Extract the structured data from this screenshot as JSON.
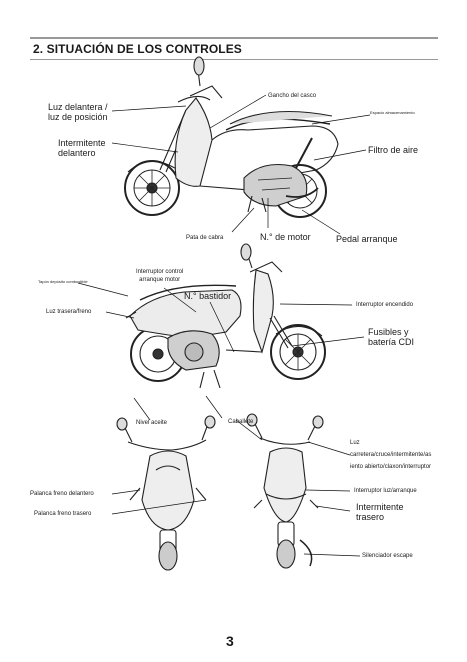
{
  "section_title": "2. SITUACIÓN DE LOS CONTROLES",
  "page_number": "3",
  "labels": {
    "luz_delantera": "Luz delantera /\nluz de posición",
    "intermitente_delantero": "Intermitente\ndelantero",
    "gancho_casco": "Gancho del casco",
    "espacio_almacenamiento": "Espacio almacenamiento",
    "filtro_aire": "Filtro de aire",
    "pata_cabra": "Pata de cabra",
    "n_motor": "N.° de motor",
    "pedal_arranque": "Pedal arranque",
    "tapon_deposito": "Tapón depósito combustible",
    "interruptor_control": "Interruptor control\narranque motor",
    "n_bastidor": "N.° bastidor",
    "luz_trasera": "Luz trasera/freno",
    "interruptor_encendido": "Interruptor encendido",
    "fusibles": "Fusibles y\nbatería CDI",
    "nivel_aceite": "Nivel aceite",
    "caballete": "Caballete",
    "luz_carretera": "Luz\ncarretera/cruce/intermitente/as\niento abierto/claxon/interruptor",
    "palanca_freno_delantero": "Palanca freno delantero",
    "interruptor_luz": "Interruptor luz/arranque",
    "intermitente_trasero": "Intermitente\ntrasero",
    "palanca_freno_trasero": "Palanca freno trasero",
    "silenciador": "Silenciador escape"
  }
}
